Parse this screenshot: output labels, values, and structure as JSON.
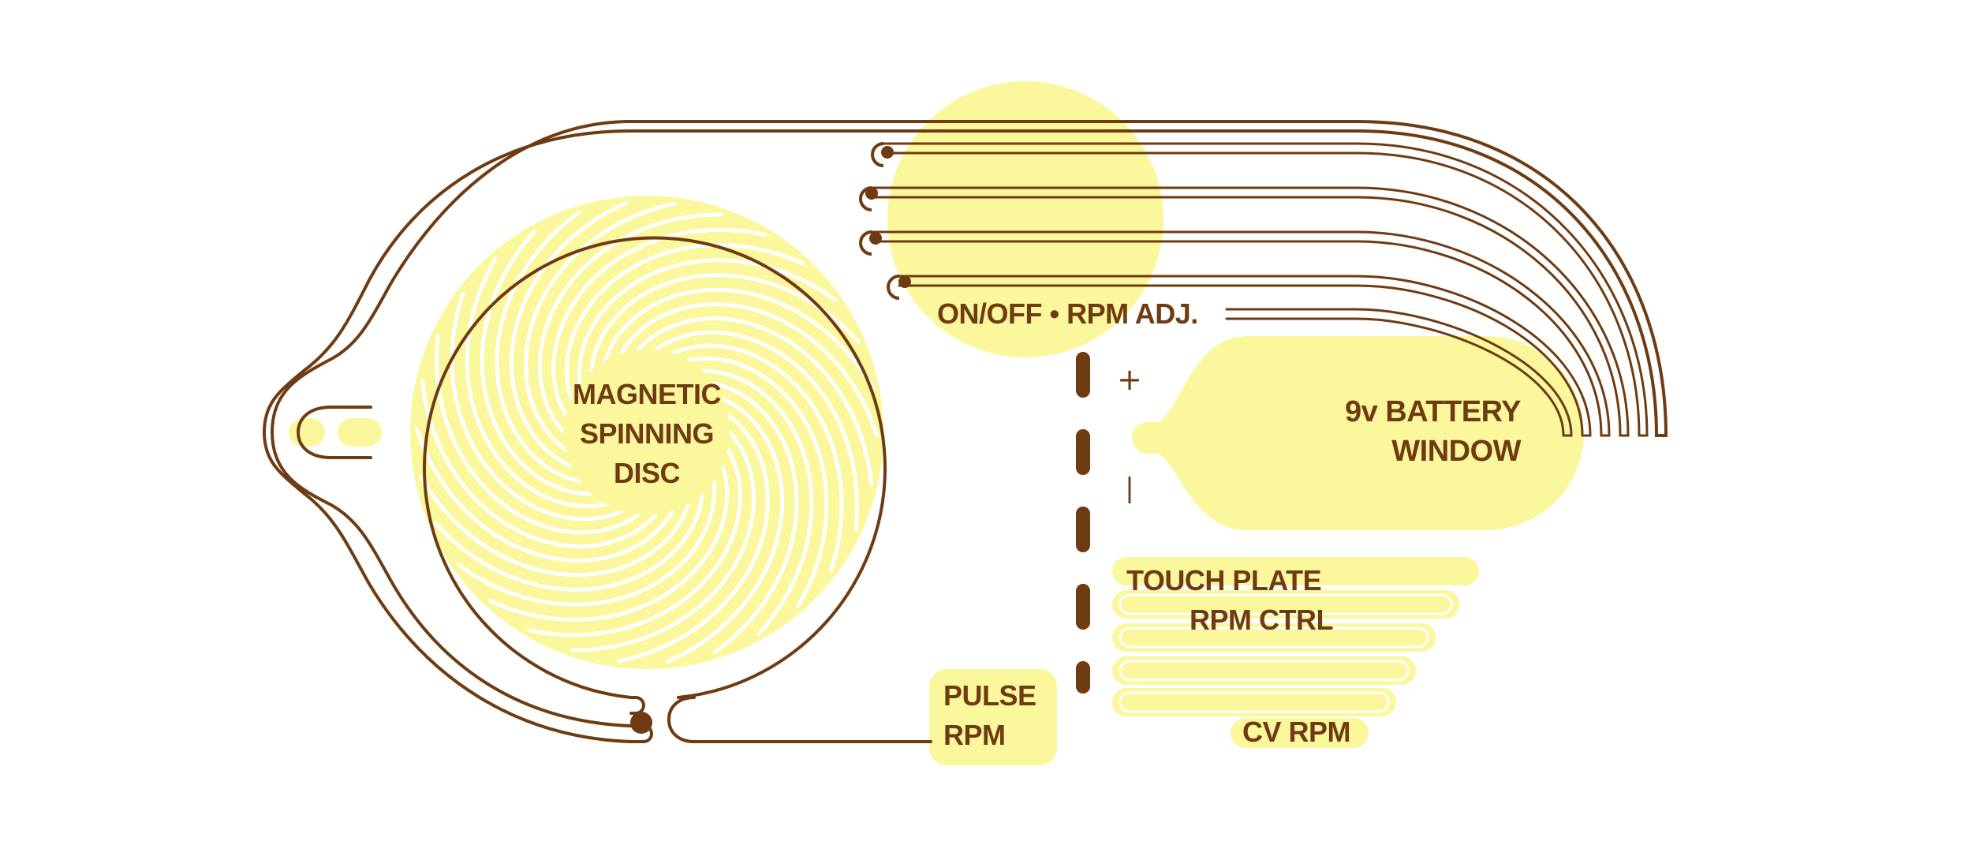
{
  "colors": {
    "brown": "#6e3b12",
    "yellow": "#fbf79c",
    "background": "#ffffff"
  },
  "labels": {
    "disc": [
      "MAGNETIC",
      "SPINNING",
      "DISC"
    ],
    "power": "ON/OFF • RPM ADJ.",
    "battery": [
      "9v BATTERY",
      "WINDOW"
    ],
    "battery_plus": "+",
    "battery_minus": "|",
    "touch": [
      "TOUCH PLATE",
      "RPM CTRL"
    ],
    "cv": "CV RPM",
    "pulse": [
      "PULSE",
      "RPM"
    ]
  }
}
